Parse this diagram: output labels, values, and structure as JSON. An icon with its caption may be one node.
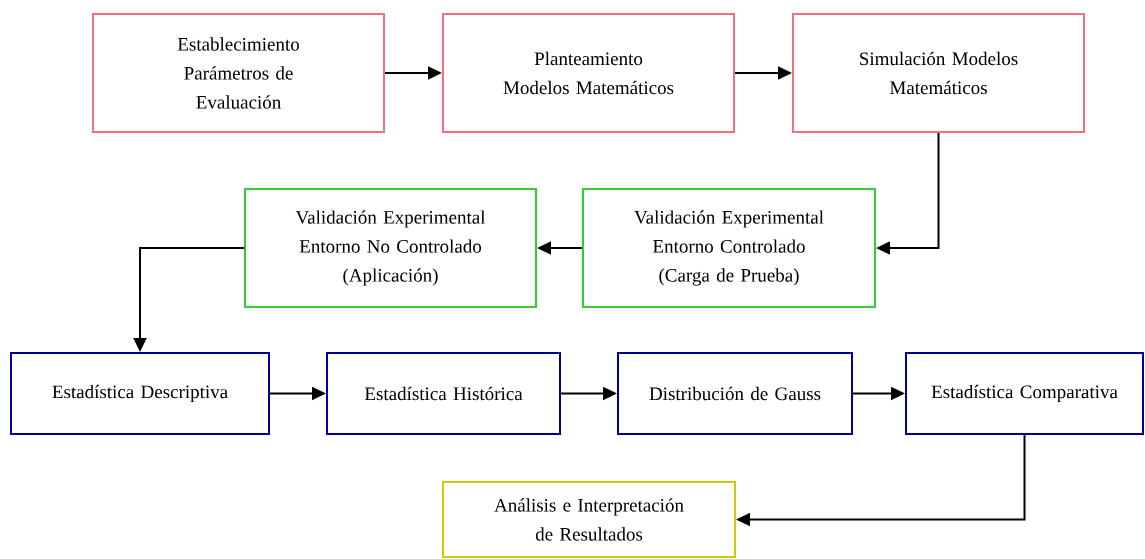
{
  "diagram": {
    "nodes": [
      {
        "text": [
          "Establecimiento Parámetros de Evaluación"
        ]
      },
      {
        "text": [
          "Planteamiento Modelos Matemáticos"
        ]
      },
      {
        "text": [
          "Simulación Modelos Matemáticos"
        ]
      },
      {
        "text": [
          "Validación Experimental Entorno Controlado (Carga de Prueba)"
        ]
      },
      {
        "text": [
          "Validación Experimental Entorno No Controlado (Aplicación)"
        ]
      },
      {
        "text": [
          "Estadística Descriptiva"
        ]
      },
      {
        "text": [
          "Estadística Histórica"
        ]
      },
      {
        "text": [
          "Distribución de Gauss"
        ]
      },
      {
        "text": [
          "Estadística Comparativa"
        ]
      },
      {
        "text": [
          "Análisis e Interpretación de Resultados"
        ]
      }
    ],
    "edges": [
      {
        "from": 0,
        "to": 1,
        "arrow": "to"
      },
      {
        "from": 1,
        "to": 2,
        "arrow": "to"
      },
      {
        "from": 2,
        "to": 3,
        "arrow": "to"
      },
      {
        "from": 3,
        "to": 4,
        "arrow": "to"
      },
      {
        "from": 4,
        "to": 5,
        "arrow": "to"
      },
      {
        "from": 5,
        "to": 6,
        "arrow": "to"
      },
      {
        "from": 6,
        "to": 7,
        "arrow": "to"
      },
      {
        "from": 7,
        "to": 8,
        "arrow": "to"
      },
      {
        "from": 8,
        "to": 9,
        "arrow": "to"
      }
    ]
  }
}
